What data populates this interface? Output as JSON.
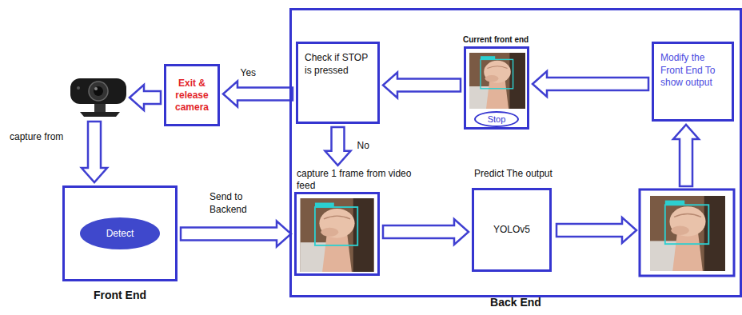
{
  "diagram": {
    "nodes": [
      {
        "text": [
          "Exit & release camera"
        ]
      },
      {
        "text": [
          "Front End"
        ]
      },
      {
        "text": [
          "Detect"
        ],
        "in": 1
      },
      {
        "text": [
          "Back End"
        ]
      },
      {
        "text": [
          "Check if STOP is pressed"
        ],
        "in": 3
      },
      {
        "text": [
          "Current front end"
        ],
        "in": 3
      },
      {
        "text": [
          "Stop"
        ],
        "in": 5
      },
      {
        "text": [
          "Modify the Front End To show output"
        ],
        "in": 3
      },
      {
        "text": [
          "capture 1 frame from video feed"
        ],
        "in": 3
      },
      {
        "text": [
          "Predict The output",
          "YOLOv5"
        ],
        "in": 3
      }
    ],
    "edges": [
      {
        "from": 1,
        "to": 8,
        "label": "Send to Backend",
        "arrow": "to"
      },
      {
        "from": 8,
        "to": 9,
        "arrow": "to"
      },
      {
        "from": 7,
        "to": 5,
        "arrow": "to"
      },
      {
        "from": 5,
        "to": 4,
        "arrow": "to"
      },
      {
        "from": 4,
        "to": 0,
        "label": "Yes",
        "arrow": "to"
      },
      {
        "from": 4,
        "to": 8,
        "label": "No",
        "arrow": "to"
      }
    ],
    "labels": [
      "capture from"
    ]
  }
}
